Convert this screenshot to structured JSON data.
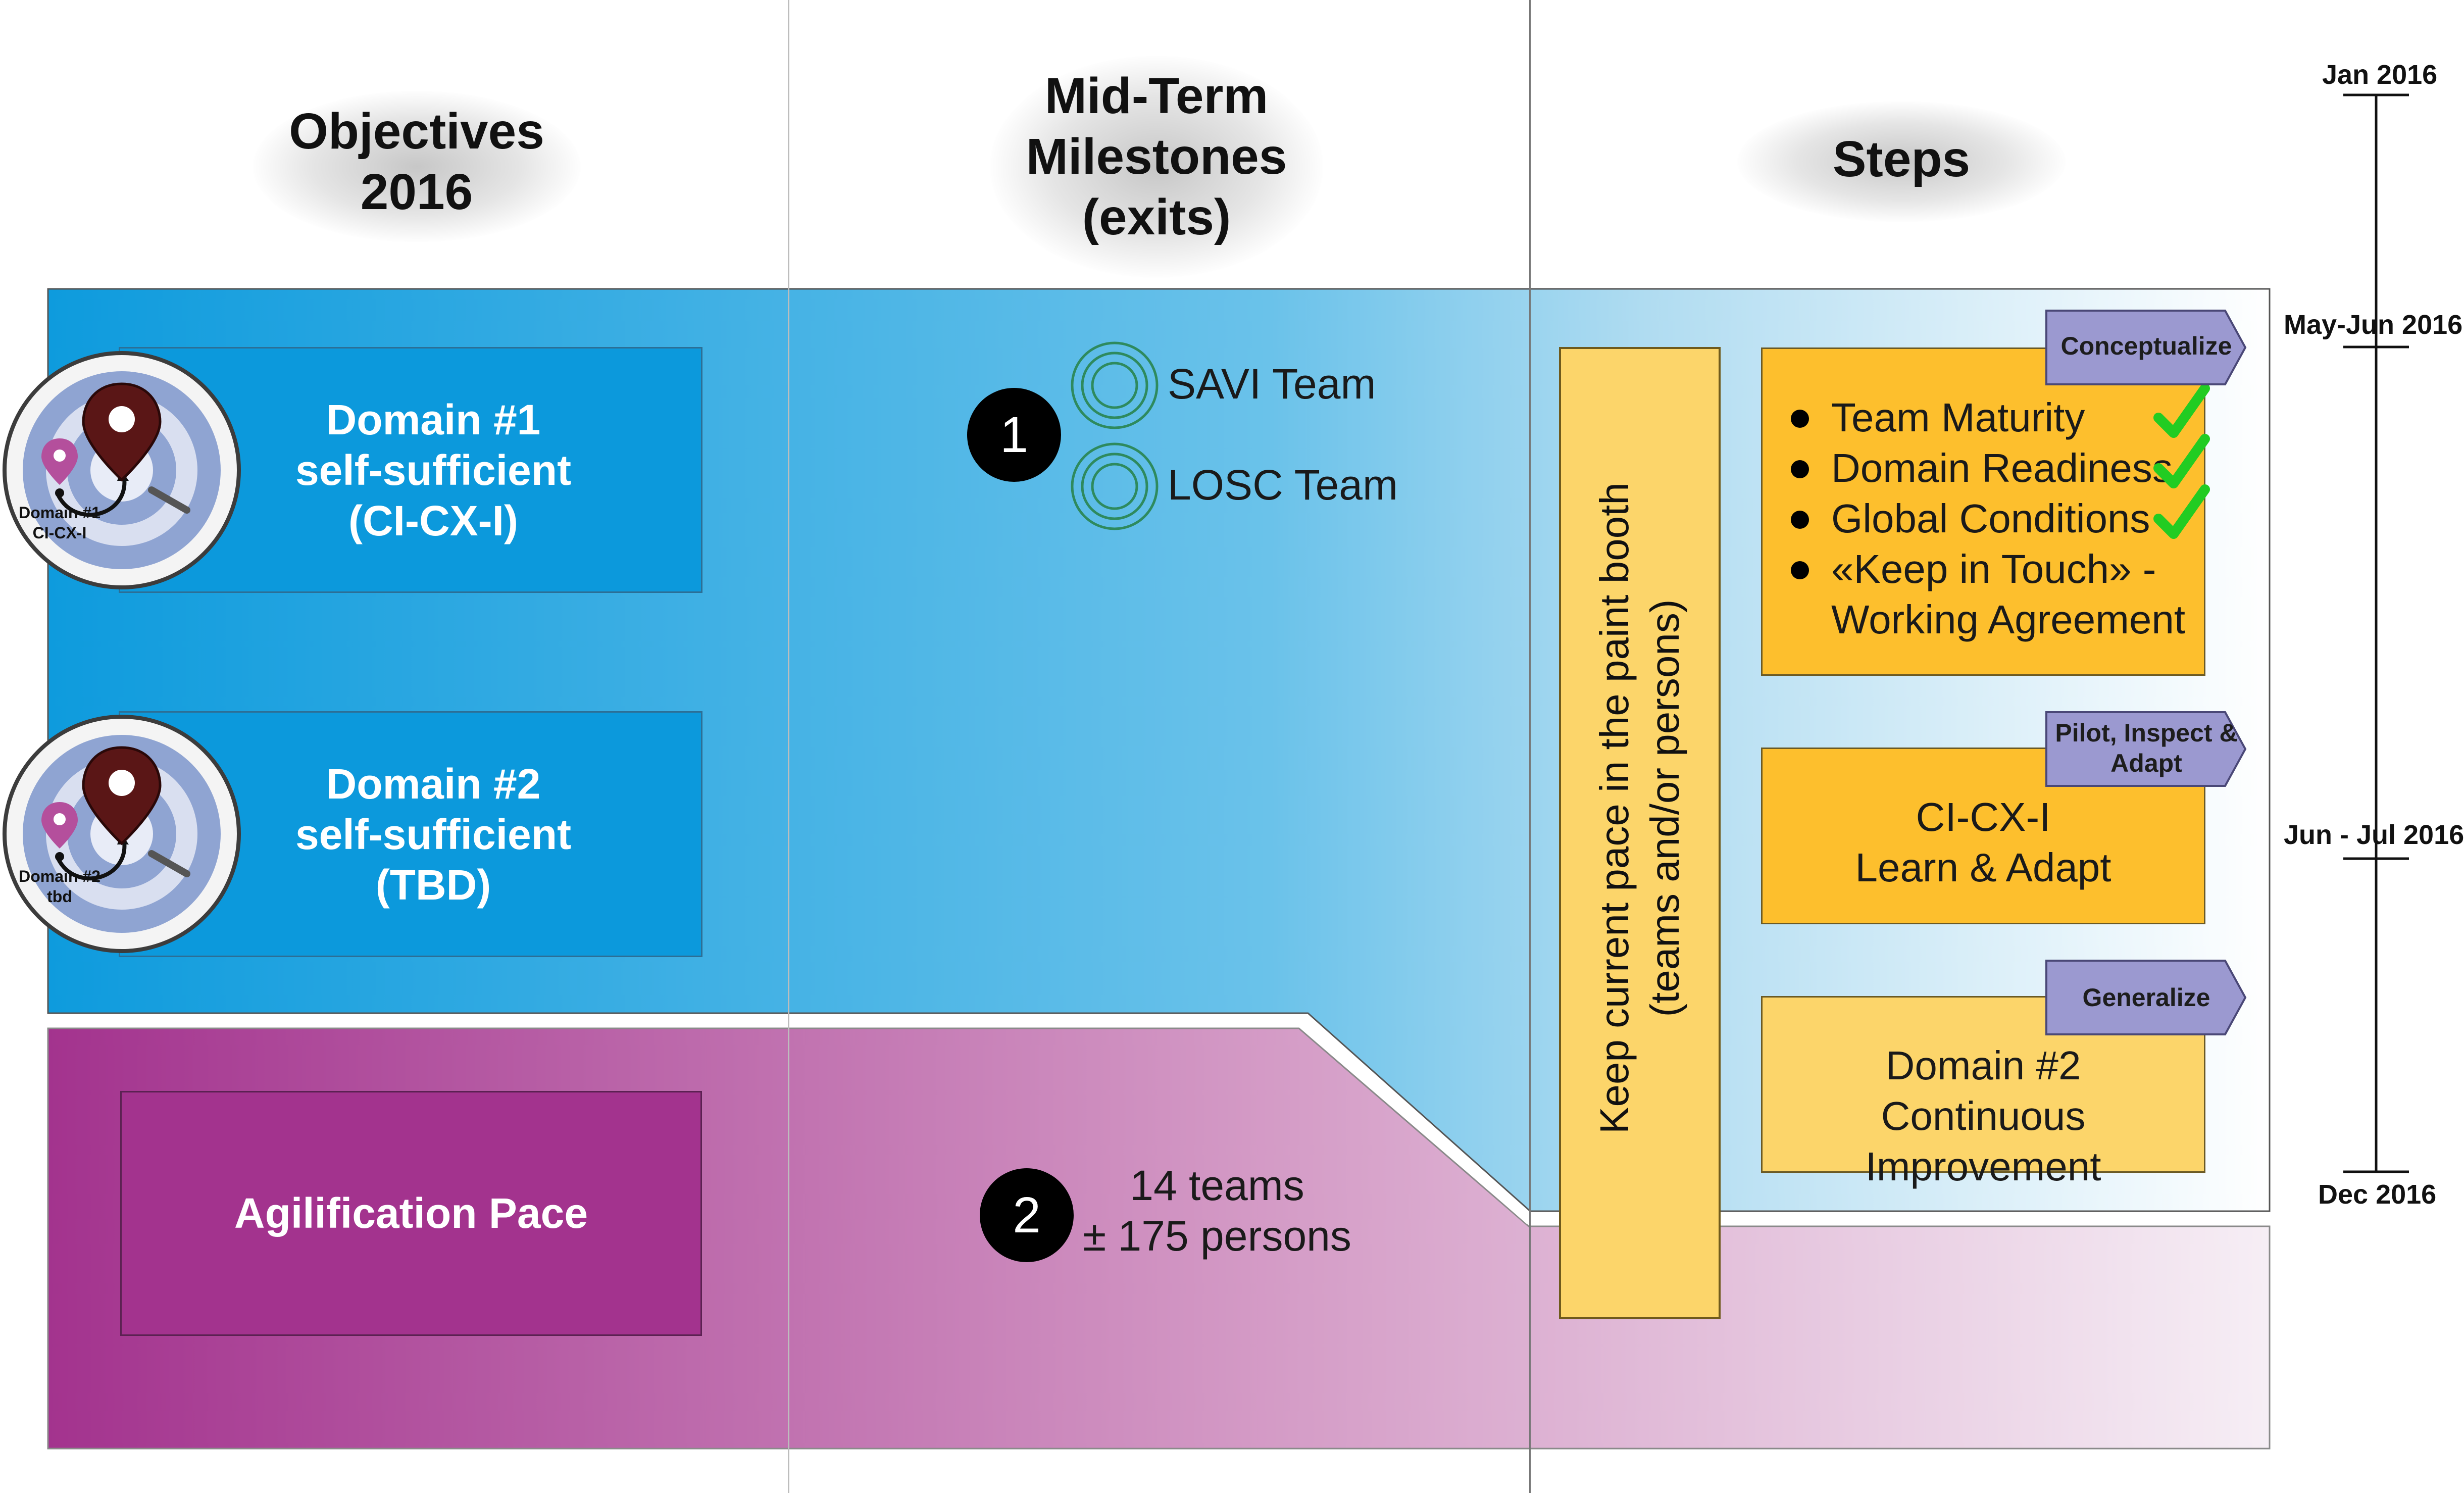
{
  "columns": {
    "objectives": [
      "Objectives",
      "2016"
    ],
    "milestones": [
      "Mid-Term",
      "Milestones",
      "(exits)"
    ],
    "steps": [
      "Steps"
    ]
  },
  "objectives": {
    "domain1": {
      "lines": [
        "Domain #1",
        "self-sufficient",
        "(CI-CX-I)"
      ],
      "target_label": [
        "Domain #1",
        "CI-CX-I"
      ]
    },
    "domain2": {
      "lines": [
        "Domain #2",
        "self-sufficient",
        "(TBD)"
      ],
      "target_label": [
        "Domain #2",
        "tbd"
      ]
    },
    "pace": "Agilification Pace"
  },
  "milestones": {
    "m1": {
      "number": "1",
      "teams": [
        "SAVI Team",
        "LOSC Team"
      ]
    },
    "m2": {
      "number": "2",
      "lines": [
        "14 teams",
        "± 175 persons"
      ]
    }
  },
  "paint_bar": [
    "Keep current pace in the paint booth",
    "(teams and/or persons)"
  ],
  "steps": {
    "conceptualize": {
      "tag": [
        "Conceptualize"
      ],
      "items": [
        {
          "text": [
            "Team Maturity"
          ],
          "checked": true
        },
        {
          "text": [
            "Domain Readiness"
          ],
          "checked": true
        },
        {
          "text": [
            "Global Conditions"
          ],
          "checked": true
        },
        {
          "text": [
            "«Keep in Touch» -",
            "Working Agreement"
          ],
          "checked": false
        }
      ]
    },
    "pilot": {
      "tag": [
        "Pilot, Inspect &",
        "Adapt"
      ],
      "lines": [
        "CI-CX-I",
        "Learn & Adapt"
      ]
    },
    "generalize": {
      "tag": [
        "Generalize"
      ],
      "lines": [
        "Domain #2",
        "Continuous Improvement"
      ]
    }
  },
  "timeline": [
    "Jan 2016",
    "May-Jun 2016",
    "Jun - Jul 2016",
    "Dec 2016"
  ],
  "colors": {
    "domain_blue": "#0c99dc",
    "pace_purple": "#a3338e",
    "step_orange": "#fdbf2d",
    "step_yellow": "#fcd56a",
    "tag_lavender": "#9b99d0",
    "check_green": "#22cc22"
  }
}
